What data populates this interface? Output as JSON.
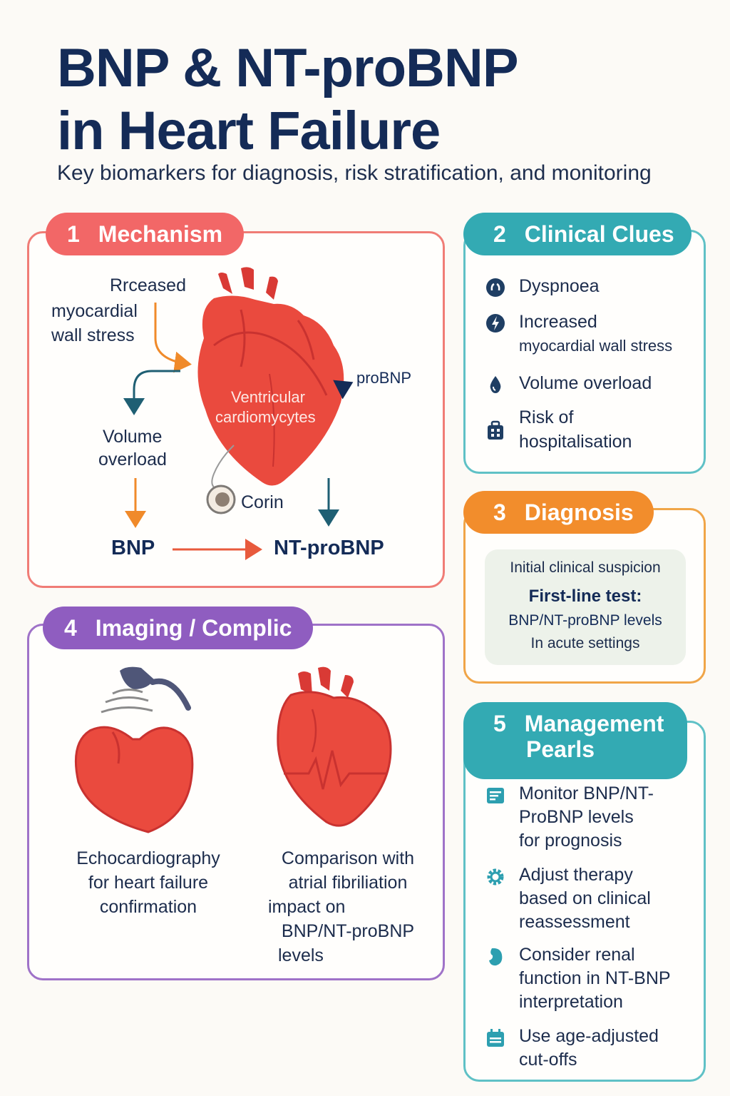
{
  "header": {
    "title_line1": "BNP & NT-proBNP",
    "title_line2": "in Heart Failure",
    "subtitle": "Key biomarkers for diagnosis, risk stratification, and monitoring"
  },
  "mechanism": {
    "number": "1",
    "title": "Mechanism",
    "stress_line1": "Rrceased",
    "stress_line2": "myocardial",
    "stress_line3": "wall stress",
    "volume_line1": "Volume",
    "volume_line2": "overload",
    "heart_line1": "Ventricular",
    "heart_line2": "cardiomycytes",
    "probnp": "proBNP",
    "corin": "Corin",
    "bnp": "BNP",
    "ntprobnp": "NT-proBNP"
  },
  "clinical_clues": {
    "number": "2",
    "title": "Clinical Clues",
    "items": [
      {
        "icon": "lungs-icon",
        "line1": "Dyspnoea",
        "line2": ""
      },
      {
        "icon": "lightning-icon",
        "line1": "Increased",
        "line2": "myocardial wall stress"
      },
      {
        "icon": "drop-icon",
        "line1": "Volume overload",
        "line2": ""
      },
      {
        "icon": "hospital-icon",
        "line1": "Risk of",
        "line2": "hospitalisation"
      }
    ]
  },
  "diagnosis": {
    "number": "3",
    "title": "Diagnosis",
    "line1": "Initial clinical suspicion",
    "line2": "First-line test:",
    "line3": "BNP/NT-proBNP levels",
    "line4": "In acute settings"
  },
  "imaging": {
    "number": "4",
    "title": "Imaging / Complic",
    "echo_line1": "Echocardiography",
    "echo_line2": "for heart failure",
    "echo_line3": "confirmation",
    "af_line1": "Comparison with",
    "af_line2": "atrial fibriliation",
    "af_line3": "impact on",
    "af_line4": "BNP/NT-proBNP",
    "af_line5": "levels"
  },
  "management": {
    "number": "5",
    "title_line1": "Management",
    "title_line2": "Pearls",
    "items": [
      {
        "icon": "chart-icon",
        "lines": [
          "Monitor BNP/NT-",
          "ProBNP levels",
          "for prognosis"
        ]
      },
      {
        "icon": "gear-icon",
        "lines": [
          "Adjust therapy",
          "based on clinical",
          "reassessment"
        ]
      },
      {
        "icon": "kidney-icon",
        "lines": [
          "Consider renal",
          "function in NT-BNP",
          "interpretation"
        ]
      },
      {
        "icon": "calendar-icon",
        "lines": [
          "Use age-adjusted",
          "cut-offs"
        ]
      }
    ]
  },
  "colors": {
    "navy": "#142b57",
    "red": "#f26767",
    "teal": "#33aab3",
    "orange": "#f28d2c",
    "purple": "#8f5dc0",
    "heart": "#ea4a3e"
  }
}
